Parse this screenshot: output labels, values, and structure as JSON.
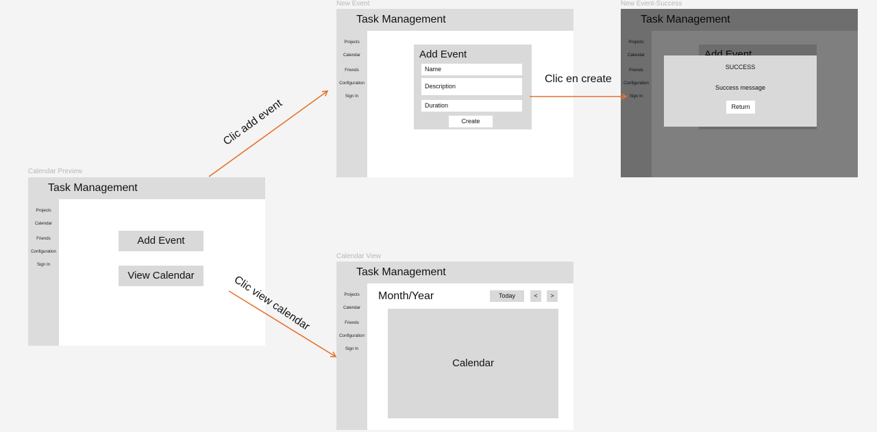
{
  "app_title": "Task Management",
  "sidebar_items": [
    "Projects",
    "Calendar",
    "Friends",
    "Configuration",
    "Sign In"
  ],
  "frames": {
    "preview": {
      "label": "Calendar Preview",
      "add_event_label": "Add Event",
      "view_calendar_label": "View Calendar"
    },
    "new_event": {
      "label": "New Event",
      "form_title": "Add Event",
      "name_placeholder": "Name",
      "description_placeholder": "Description",
      "duration_placeholder": "Duration",
      "create_label": "Create"
    },
    "success": {
      "label": "New Event-Success",
      "behind_title": "Add Event",
      "dialog_title": "SUCCESS",
      "dialog_message": "Success message",
      "return_label": "Return"
    },
    "calendar_view": {
      "label": "Calendar View",
      "month_year": "Month/Year",
      "today_label": "Today",
      "prev_label": "<",
      "next_label": ">",
      "calendar_label": "Calendar"
    }
  },
  "transitions": {
    "add_event": "Clic add event",
    "create": "Clic en create",
    "view_calendar": "Clic view calendar"
  },
  "colors": {
    "arrow": "#e8702a",
    "panel": "#dcdcdc",
    "button": "#d9d9d9"
  }
}
